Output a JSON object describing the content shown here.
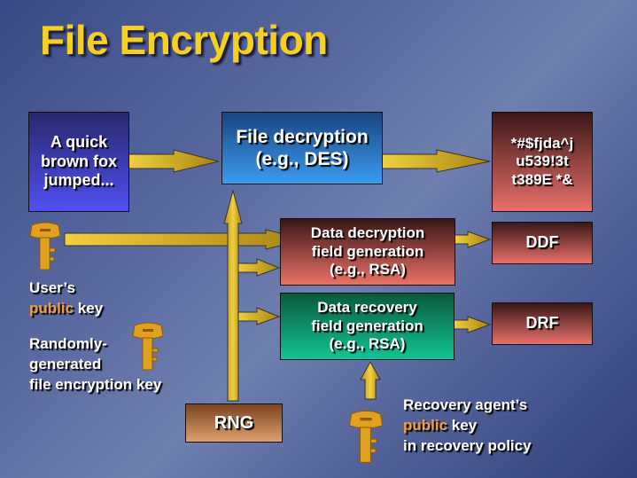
{
  "title": "File Encryption",
  "plaintext": [
    "A quick",
    "brown fox",
    "jumped..."
  ],
  "file_decryption": [
    "File decryption",
    "(e.g., DES)"
  ],
  "ciphertext": [
    "*#$fjda^j",
    "u539!3t",
    "t389E *&"
  ],
  "ddf_generation": [
    "Data decryption",
    "field generation",
    "(e.g., RSA)"
  ],
  "drf_generation": [
    "Data recovery",
    "field generation",
    "(e.g., RSA)"
  ],
  "ddf": "DDF",
  "drf": "DRF",
  "rng": "RNG",
  "user_key_label": {
    "line1": "User’s",
    "highlight": "public",
    "rest": " key"
  },
  "random_key_label": [
    "Randomly-",
    "generated",
    "file encryption key"
  ],
  "recovery_key_label": {
    "line1": "Recovery agent’s",
    "highlight": "public",
    "rest": " key",
    "line3": "in recovery policy"
  },
  "colors": {
    "title": "#f5d020",
    "arrow": "#e8c030",
    "key": "#e0a020",
    "highlight": "#f0a040"
  }
}
